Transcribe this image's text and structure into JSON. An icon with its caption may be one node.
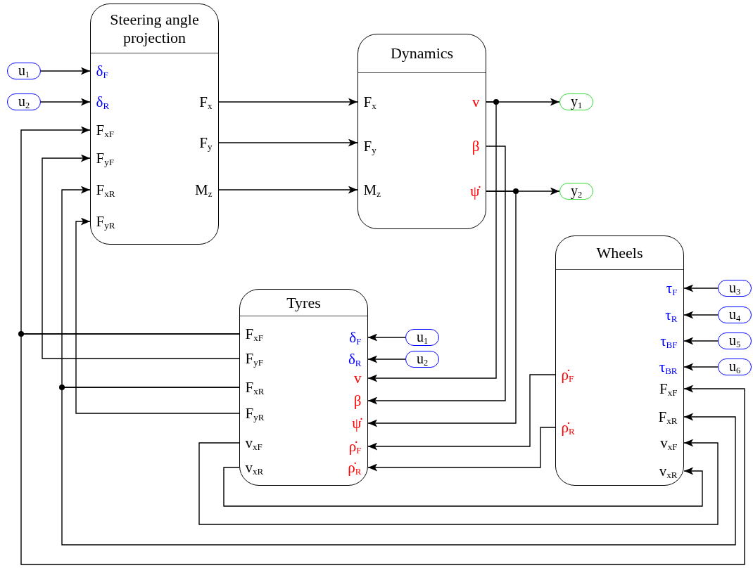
{
  "diagram": {
    "nodes": [
      {
        "text": [
          "Steering angle projection"
        ]
      },
      {
        "text": [
          "δ$_{F}$"
        ],
        "in": 0
      },
      {
        "text": [
          "δ$_{R}$"
        ],
        "in": 0
      },
      {
        "text": [
          "F$_{xF}$"
        ],
        "in": 0
      },
      {
        "text": [
          "F$_{yF}$"
        ],
        "in": 0
      },
      {
        "text": [
          "F$_{xR}$"
        ],
        "in": 0
      },
      {
        "text": [
          "F$_{yR}$"
        ],
        "in": 0
      },
      {
        "text": [
          "F$_{x}$"
        ],
        "in": 0
      },
      {
        "text": [
          "F$_{y}$"
        ],
        "in": 0
      },
      {
        "text": [
          "M$_{z}$"
        ],
        "in": 0
      },
      {
        "text": [
          "u$_{1}$"
        ]
      },
      {
        "text": [
          "u$_{2}$"
        ]
      },
      {
        "text": [
          "Dynamics"
        ]
      },
      {
        "text": [
          "F$_{x}$"
        ],
        "in": 12
      },
      {
        "text": [
          "F$_{y}$"
        ],
        "in": 12
      },
      {
        "text": [
          "M$_{z}$"
        ],
        "in": 12
      },
      {
        "text": [
          "v"
        ],
        "in": 12
      },
      {
        "text": [
          "β"
        ],
        "in": 12
      },
      {
        "text": [
          "ψ̇"
        ],
        "in": 12
      },
      {
        "text": [
          "y$_{1}$"
        ]
      },
      {
        "text": [
          "y$_{2}$"
        ]
      },
      {
        "text": [
          "Wheels"
        ]
      },
      {
        "text": [
          "τ$_{F}$"
        ],
        "in": 21
      },
      {
        "text": [
          "τ$_{R}$"
        ],
        "in": 21
      },
      {
        "text": [
          "τ$_{BF}$"
        ],
        "in": 21
      },
      {
        "text": [
          "τ$_{BR}$"
        ],
        "in": 21
      },
      {
        "text": [
          "F$_{xF}$"
        ],
        "in": 21
      },
      {
        "text": [
          "F$_{xR}$"
        ],
        "in": 21
      },
      {
        "text": [
          "v$_{xF}$"
        ],
        "in": 21
      },
      {
        "text": [
          "v$_{xR}$"
        ],
        "in": 21
      },
      {
        "text": [
          "ρ̇$_{F}$"
        ],
        "in": 21
      },
      {
        "text": [
          "ρ̇$_{R}$"
        ],
        "in": 21
      },
      {
        "text": [
          "u$_{3}$"
        ]
      },
      {
        "text": [
          "u$_{4}$"
        ]
      },
      {
        "text": [
          "u$_{5}$"
        ]
      },
      {
        "text": [
          "u$_{6}$"
        ]
      },
      {
        "text": [
          "Tyres"
        ]
      },
      {
        "text": [
          "F$_{xF}$"
        ],
        "in": 36
      },
      {
        "text": [
          "F$_{yF}$"
        ],
        "in": 36
      },
      {
        "text": [
          "F$_{xR}$"
        ],
        "in": 36
      },
      {
        "text": [
          "F$_{yR}$"
        ],
        "in": 36
      },
      {
        "text": [
          "v$_{xF}$"
        ],
        "in": 36
      },
      {
        "text": [
          "v$_{xR}$"
        ],
        "in": 36
      },
      {
        "text": [
          "δ$_{F}$"
        ],
        "in": 36
      },
      {
        "text": [
          "δ$_{R}$"
        ],
        "in": 36
      },
      {
        "text": [
          "v"
        ],
        "in": 36
      },
      {
        "text": [
          "β"
        ],
        "in": 36
      },
      {
        "text": [
          "ψ̇"
        ],
        "in": 36
      },
      {
        "text": [
          "ρ̇$_{F}$"
        ],
        "in": 36
      },
      {
        "text": [
          "ρ̇$_{R}$"
        ],
        "in": 36
      },
      {
        "text": [
          "u$_{1}$"
        ]
      },
      {
        "text": [
          "u$_{2}$"
        ]
      }
    ],
    "edges": [
      {
        "from": 10,
        "to": 1,
        "arrow": "to"
      },
      {
        "from": 11,
        "to": 2,
        "arrow": "to"
      },
      {
        "from": 7,
        "to": 13,
        "arrow": "to"
      },
      {
        "from": 8,
        "to": 14,
        "arrow": "to"
      },
      {
        "from": 9,
        "to": 15,
        "arrow": "to"
      },
      {
        "from": 16,
        "to": 19,
        "arrow": "to"
      },
      {
        "from": 18,
        "to": 20,
        "arrow": "to"
      },
      {
        "from": 16,
        "to": 45,
        "arrow": "to"
      },
      {
        "from": 17,
        "to": 46,
        "arrow": "to"
      },
      {
        "from": 18,
        "to": 47,
        "arrow": "to"
      },
      {
        "from": 32,
        "to": 22,
        "arrow": "to"
      },
      {
        "from": 33,
        "to": 23,
        "arrow": "to"
      },
      {
        "from": 34,
        "to": 24,
        "arrow": "to"
      },
      {
        "from": 35,
        "to": 25,
        "arrow": "to"
      },
      {
        "from": 50,
        "to": 43,
        "arrow": "to"
      },
      {
        "from": 51,
        "to": 44,
        "arrow": "to"
      },
      {
        "from": 30,
        "to": 48,
        "arrow": "to"
      },
      {
        "from": 31,
        "to": 49,
        "arrow": "to"
      },
      {
        "from": 37,
        "to": 3,
        "arrow": "to"
      },
      {
        "from": 37,
        "to": 26,
        "arrow": "to"
      },
      {
        "from": 38,
        "to": 4,
        "arrow": "to"
      },
      {
        "from": 39,
        "to": 5,
        "arrow": "to"
      },
      {
        "from": 39,
        "to": 27,
        "arrow": "to"
      },
      {
        "from": 40,
        "to": 6,
        "arrow": "to"
      },
      {
        "from": 41,
        "to": 28,
        "arrow": "to"
      },
      {
        "from": 42,
        "to": 29,
        "arrow": "to"
      }
    ]
  }
}
